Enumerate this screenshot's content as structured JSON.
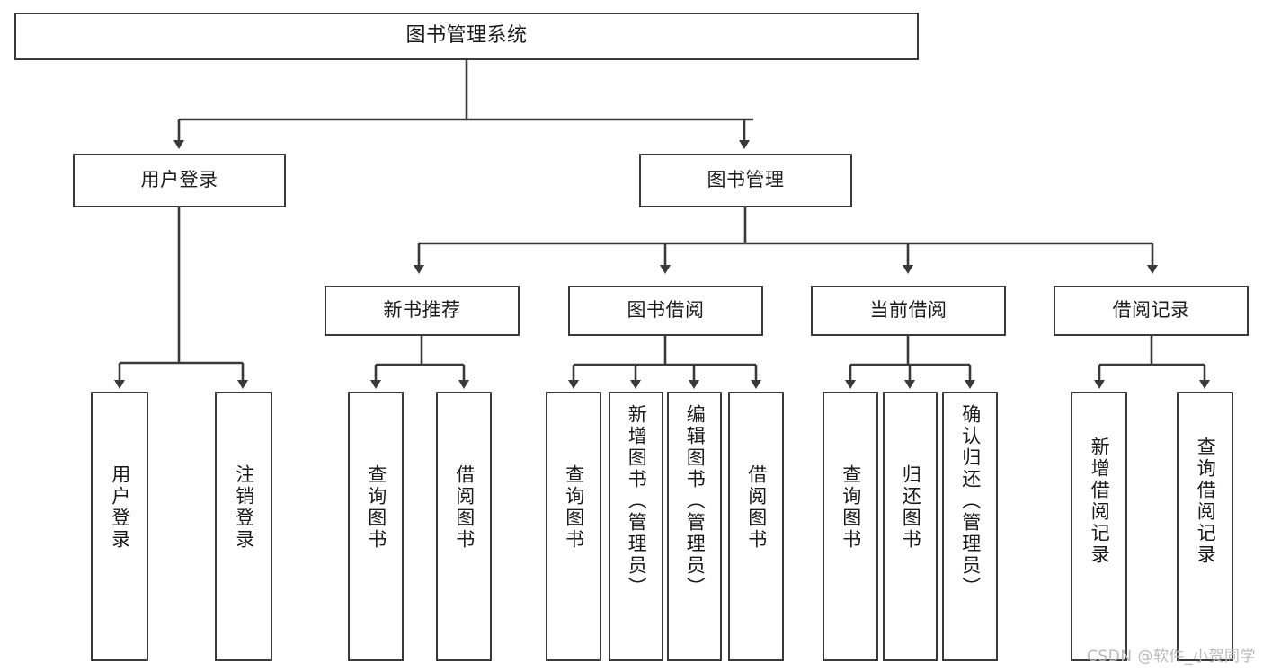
{
  "diagram": {
    "type": "tree-hierarchy",
    "title": "图书管理系统",
    "watermark": "CSDN @软件_小贺同学",
    "colors": {
      "background": "#ffffff",
      "box_fill": "#ffffff",
      "box_border": "#3a3a3a",
      "connector": "#3a3a3a",
      "text": "#1a1a1a",
      "watermark": "#b9b9b9"
    },
    "nodes": {
      "root": {
        "label": "图书管理系统"
      },
      "level2": [
        {
          "id": "user-login",
          "label": "用户登录"
        },
        {
          "id": "book-manage",
          "label": "图书管理"
        }
      ],
      "level3": [
        {
          "id": "new-book-recommend",
          "label": "新书推荐"
        },
        {
          "id": "book-borrow",
          "label": "图书借阅"
        },
        {
          "id": "current-borrow",
          "label": "当前借阅"
        },
        {
          "id": "borrow-record",
          "label": "借阅记录"
        }
      ],
      "leaves": [
        {
          "id": "leaf-user-login",
          "label": "用户登录",
          "parent": "user-login"
        },
        {
          "id": "leaf-logout",
          "label": "注销登录",
          "parent": "user-login"
        },
        {
          "id": "leaf-query-book-1",
          "label": "查询图书",
          "parent": "new-book-recommend"
        },
        {
          "id": "leaf-borrow-book-1",
          "label": "借阅图书",
          "parent": "new-book-recommend"
        },
        {
          "id": "leaf-query-book-2",
          "label": "查询图书",
          "parent": "book-borrow"
        },
        {
          "id": "leaf-add-book",
          "label": "新增图书（管理员）",
          "parent": "book-borrow"
        },
        {
          "id": "leaf-edit-book",
          "label": "编辑图书（管理员）",
          "parent": "book-borrow"
        },
        {
          "id": "leaf-borrow-book-2",
          "label": "借阅图书",
          "parent": "book-borrow"
        },
        {
          "id": "leaf-query-book-3",
          "label": "查询图书",
          "parent": "current-borrow"
        },
        {
          "id": "leaf-return-book",
          "label": "归还图书",
          "parent": "current-borrow"
        },
        {
          "id": "leaf-confirm-return",
          "label": "确认归还（管理员）",
          "parent": "current-borrow"
        },
        {
          "id": "leaf-add-record",
          "label": "新增借阅记录",
          "parent": "borrow-record"
        },
        {
          "id": "leaf-query-record",
          "label": "查询借阅记录",
          "parent": "borrow-record"
        }
      ]
    }
  }
}
